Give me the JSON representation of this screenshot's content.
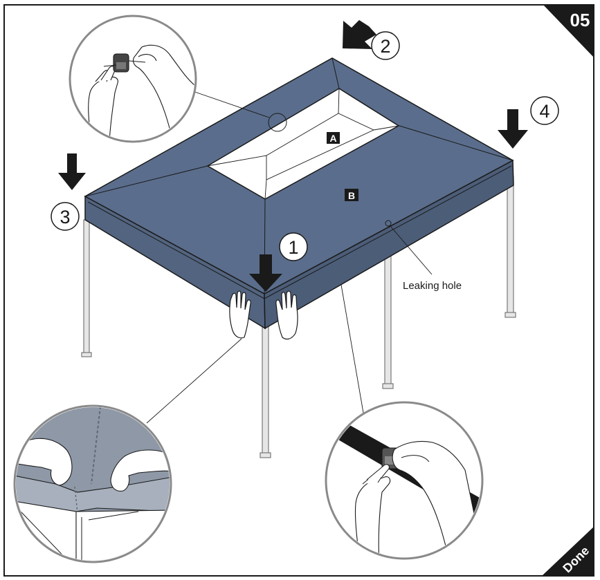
{
  "step": {
    "number": "05",
    "status": "Done"
  },
  "markers": {
    "one": "1",
    "two": "2",
    "three": "3",
    "four": "4"
  },
  "panels": {
    "a": "A",
    "b": "B"
  },
  "callout": {
    "leaking_hole": "Leaking hole"
  },
  "colors": {
    "canopy": "#5a6d8c",
    "canopy_edge": "#4e617f",
    "canopy_dark": "#3f4f6a",
    "frame": "#1a1a1a",
    "leg": "#dcdcdc",
    "detail_bg": "#9aa4b2"
  },
  "icons": [
    "arrow-down-icon",
    "arrow-diagonal-icon",
    "hand-icon",
    "magnifier-circle-icon"
  ]
}
